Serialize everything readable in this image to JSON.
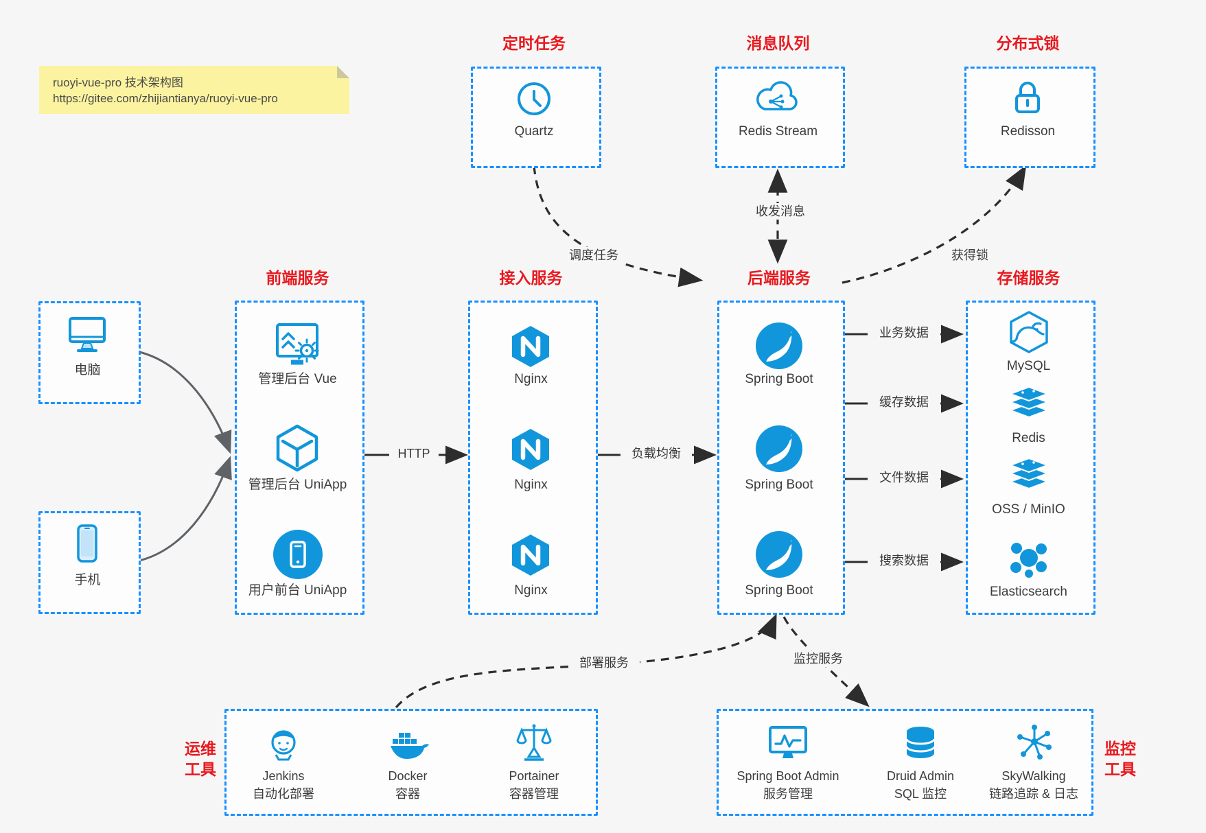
{
  "colors": {
    "accent_blue": "#1296db",
    "border_blue": "#1890ff",
    "title_red": "#e8191f",
    "note_yellow": "#fbf39f",
    "arrow_dark": "#2d2d2d",
    "arrow_gray": "#5f6368"
  },
  "note": {
    "line1": "ruoyi-vue-pro 技术架构图",
    "line2": "https://gitee.com/zhijiantianya/ruoyi-vue-pro"
  },
  "top": [
    {
      "title": "定时任务",
      "label": "Quartz",
      "icon": "clock-icon"
    },
    {
      "title": "消息队列",
      "label": "Redis Stream",
      "icon": "cloud-share-icon"
    },
    {
      "title": "分布式锁",
      "label": "Redisson",
      "icon": "lock-icon"
    }
  ],
  "clients": [
    {
      "label": "电脑",
      "icon": "desktop-icon"
    },
    {
      "label": "手机",
      "icon": "smartphone-icon"
    }
  ],
  "frontend": {
    "title": "前端服务",
    "items": [
      {
        "label": "管理后台 Vue",
        "icon": "admin-dashboard-icon"
      },
      {
        "label": "管理后台 UniApp",
        "icon": "cube-icon"
      },
      {
        "label": "用户前台 UniApp",
        "icon": "mobile-app-icon"
      }
    ]
  },
  "access": {
    "title": "接入服务",
    "items": [
      {
        "label": "Nginx",
        "icon": "nginx-icon"
      },
      {
        "label": "Nginx",
        "icon": "nginx-icon"
      },
      {
        "label": "Nginx",
        "icon": "nginx-icon"
      }
    ]
  },
  "backend": {
    "title": "后端服务",
    "items": [
      {
        "label": "Spring Boot",
        "icon": "spring-icon"
      },
      {
        "label": "Spring Boot",
        "icon": "spring-icon"
      },
      {
        "label": "Spring Boot",
        "icon": "spring-icon"
      }
    ]
  },
  "storage": {
    "title": "存储服务",
    "items": [
      {
        "label": "MySQL",
        "icon": "mysql-icon"
      },
      {
        "label": "Redis",
        "icon": "redis-stack-icon"
      },
      {
        "label": "OSS / MinIO",
        "icon": "storage-stack-icon"
      },
      {
        "label": "Elasticsearch",
        "icon": "elasticsearch-icon"
      }
    ]
  },
  "ops": {
    "title_line1": "运维",
    "title_line2": "工具",
    "items": [
      {
        "name": "Jenkins",
        "desc": "自动化部署",
        "icon": "jenkins-icon"
      },
      {
        "name": "Docker",
        "desc": "容器",
        "icon": "docker-icon"
      },
      {
        "name": "Portainer",
        "desc": "容器管理",
        "icon": "portainer-icon"
      }
    ]
  },
  "monitoring": {
    "title_line1": "监控",
    "title_line2": "工具",
    "items": [
      {
        "name": "Spring Boot Admin",
        "desc": "服务管理",
        "icon": "monitor-chart-icon"
      },
      {
        "name": "Druid Admin",
        "desc": "SQL 监控",
        "icon": "database-icon"
      },
      {
        "name": "SkyWalking",
        "desc": "链路追踪 & 日志",
        "icon": "topology-icon"
      }
    ]
  },
  "edges": {
    "http": "HTTP",
    "load_balance": "负载均衡",
    "schedule": "调度任务",
    "message": "收发消息",
    "lock": "获得锁",
    "business_data": "业务数据",
    "cache_data": "缓存数据",
    "file_data": "文件数据",
    "search_data": "搜索数据",
    "deploy": "部署服务",
    "monitor": "监控服务"
  }
}
